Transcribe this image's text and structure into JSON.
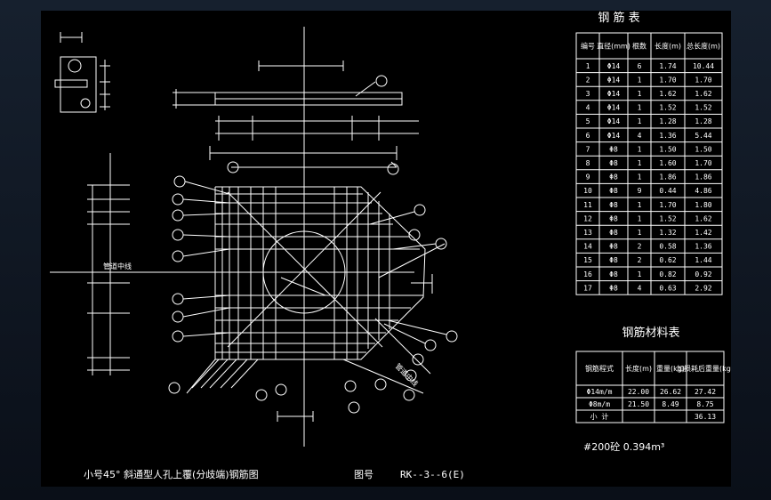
{
  "drawing": {
    "title": "小号45° 斜通型人孔上覆(分歧端)钢筋图",
    "drawing_no_label": "图号",
    "drawing_no": "RK--3--6(E)",
    "pipe_centerline_label": "管道中线",
    "pipe_centerline_label_2": "管道中线",
    "concrete_note": "#200砼  0.394m³"
  },
  "rebar_table": {
    "title": "钢 筋 表",
    "headers": [
      "编号",
      "直径(mm)",
      "根数",
      "长度(m)",
      "总长度(m)"
    ],
    "rows": [
      [
        "1",
        "Φ14",
        "6",
        "1.74",
        "10.44"
      ],
      [
        "2",
        "Φ14",
        "1",
        "1.70",
        "1.70"
      ],
      [
        "3",
        "Φ14",
        "1",
        "1.62",
        "1.62"
      ],
      [
        "4",
        "Φ14",
        "1",
        "1.52",
        "1.52"
      ],
      [
        "5",
        "Φ14",
        "1",
        "1.28",
        "1.28"
      ],
      [
        "6",
        "Φ14",
        "4",
        "1.36",
        "5.44"
      ],
      [
        "7",
        "Φ8",
        "1",
        "1.50",
        "1.50"
      ],
      [
        "8",
        "Φ8",
        "1",
        "1.60",
        "1.70"
      ],
      [
        "9",
        "Φ8",
        "1",
        "1.86",
        "1.86"
      ],
      [
        "10",
        "Φ8",
        "9",
        "0.44",
        "4.86"
      ],
      [
        "11",
        "Φ8",
        "1",
        "1.70",
        "1.80"
      ],
      [
        "12",
        "Φ8",
        "1",
        "1.52",
        "1.62"
      ],
      [
        "13",
        "Φ8",
        "1",
        "1.32",
        "1.42"
      ],
      [
        "14",
        "Φ8",
        "2",
        "0.58",
        "1.36"
      ],
      [
        "15",
        "Φ8",
        "2",
        "0.62",
        "1.44"
      ],
      [
        "16",
        "Φ8",
        "1",
        "0.82",
        "0.92"
      ],
      [
        "17",
        "Φ8",
        "4",
        "0.63",
        "2.92"
      ]
    ]
  },
  "material_table": {
    "title": "钢筋材料表",
    "headers": [
      "钢筋程式",
      "长度(m)",
      "重量(kg)",
      "加损耗后重量(kg)"
    ],
    "rows": [
      [
        "Φ14m/m",
        "22.00",
        "26.62",
        "27.42"
      ],
      [
        "Φ8m/m",
        "21.50",
        "8.49",
        "8.75"
      ],
      [
        "小 计",
        "",
        "",
        "36.13"
      ]
    ]
  },
  "colors": {
    "background": "#000000",
    "lines": "#ffffff",
    "frame": "#0e1420"
  }
}
